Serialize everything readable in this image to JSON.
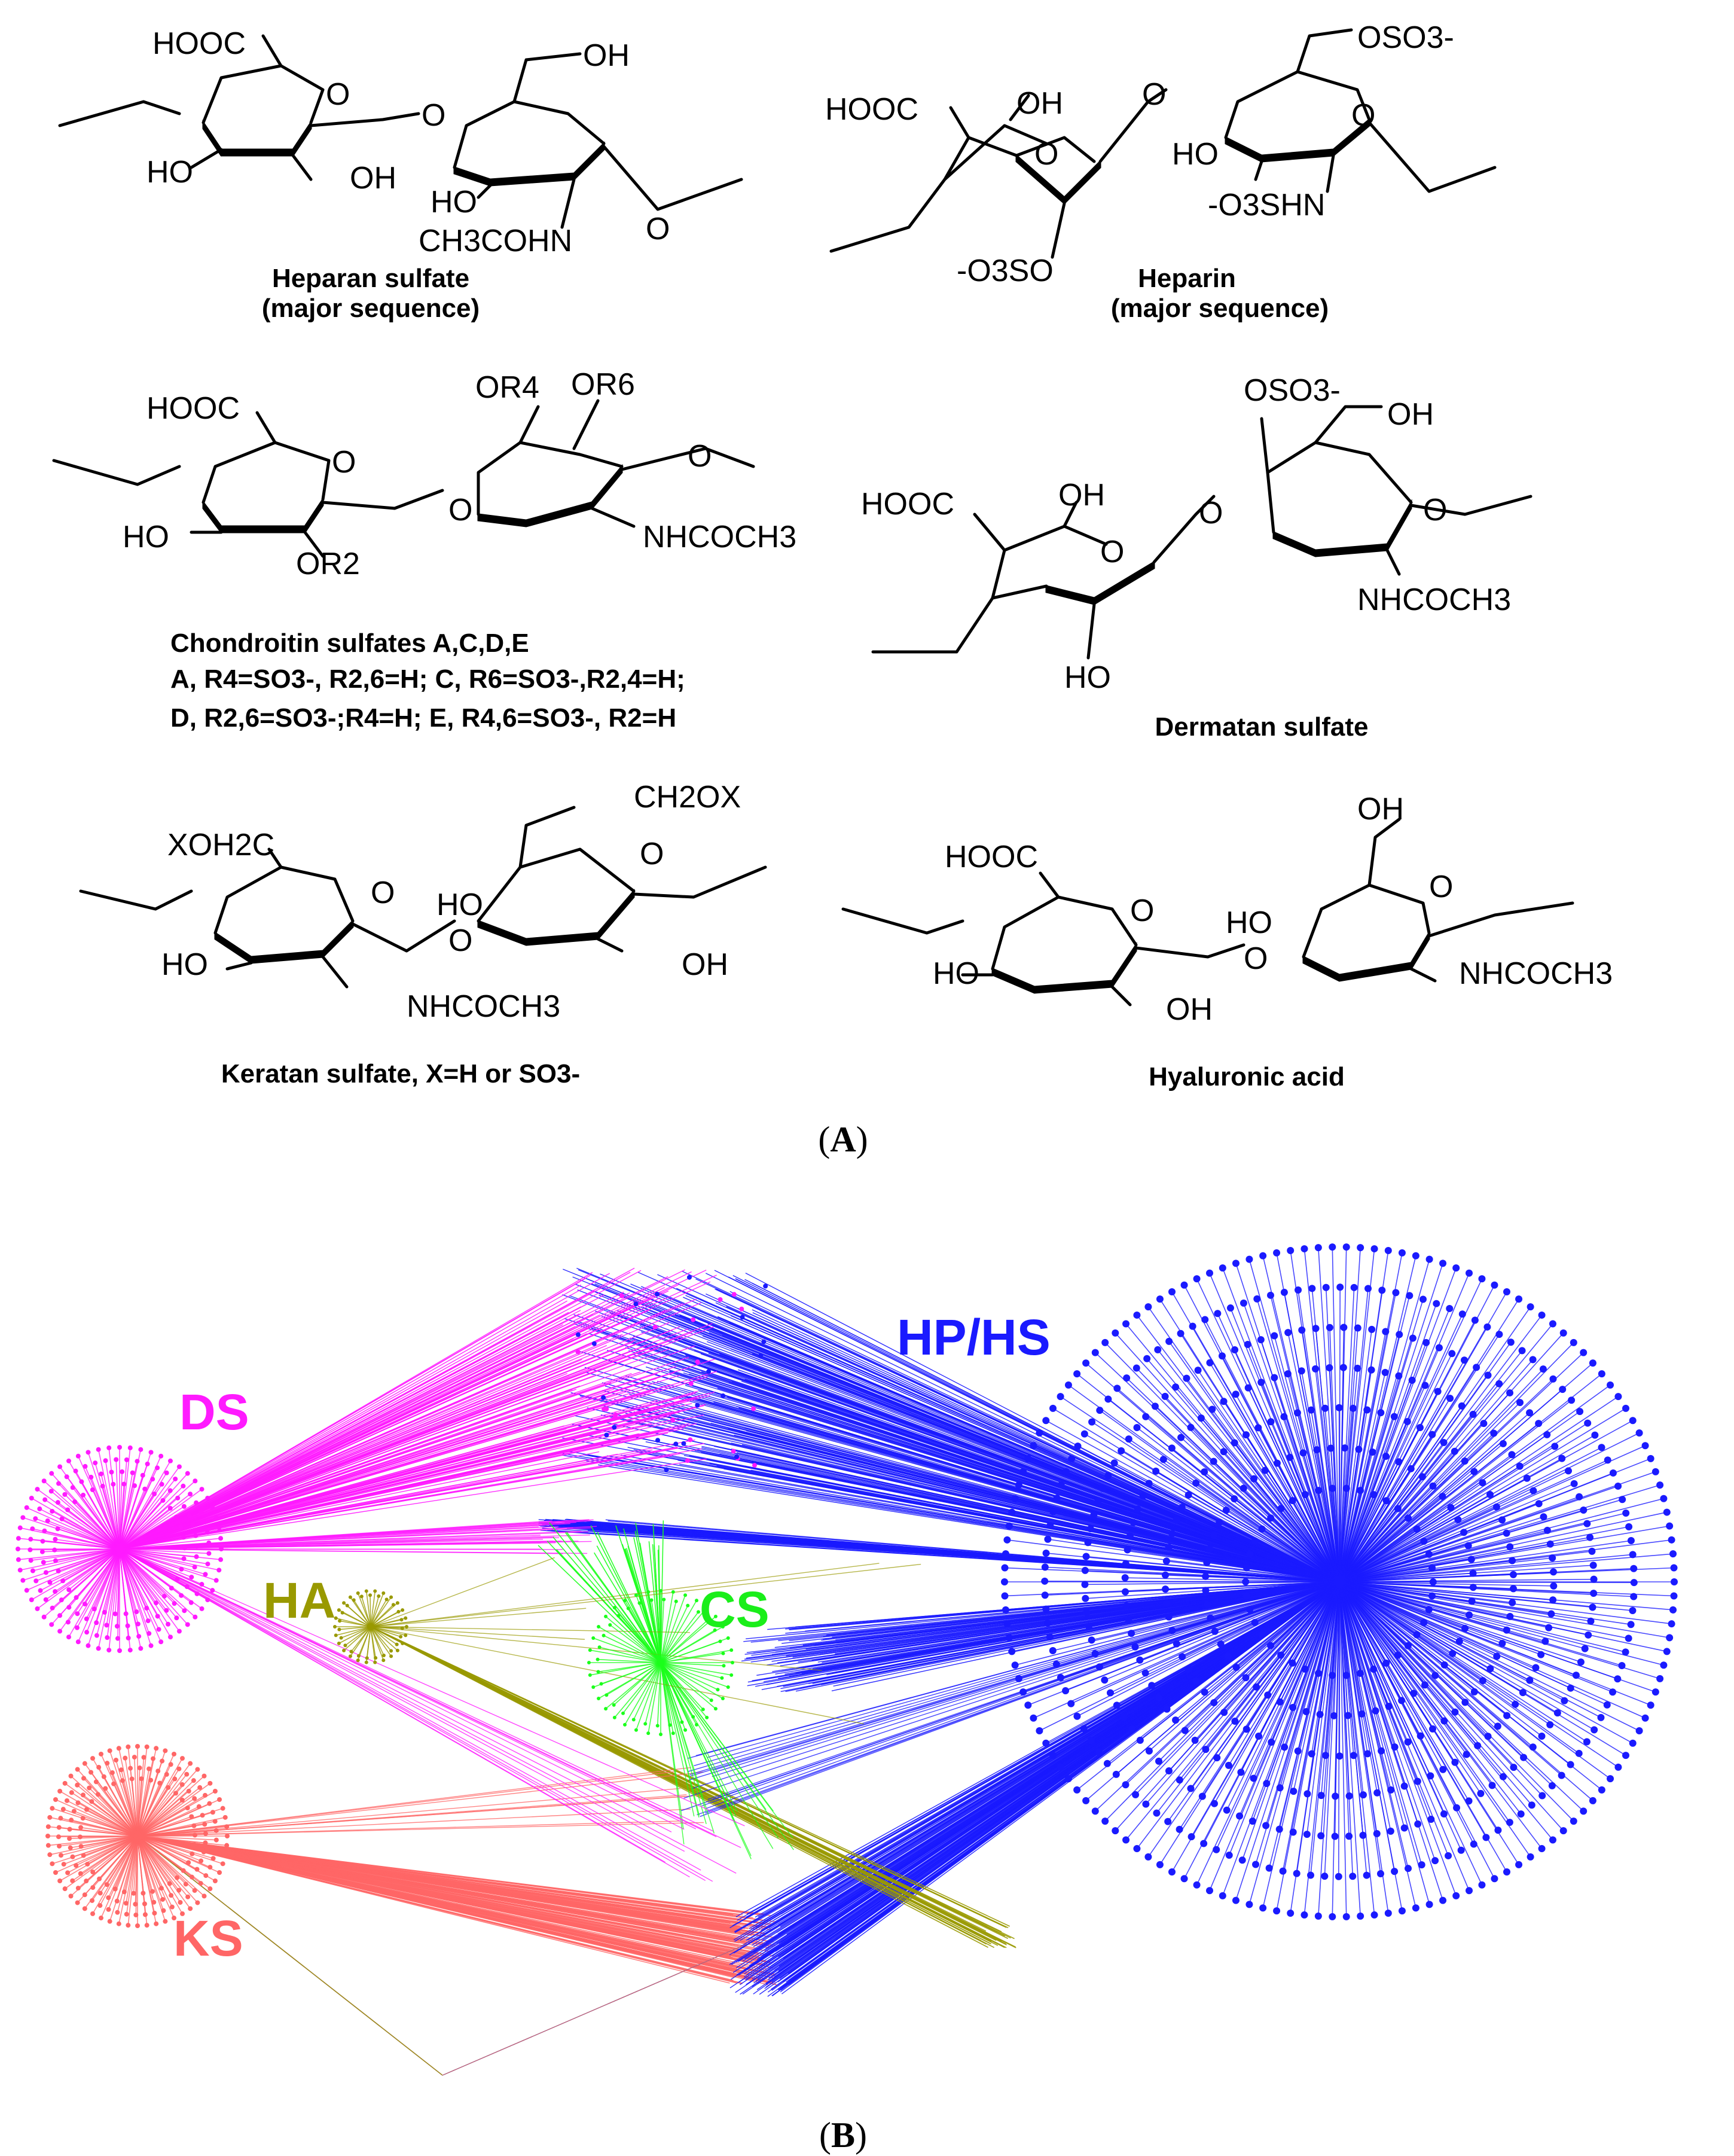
{
  "panel_a": {
    "label_open": "(",
    "label_letter": "A",
    "label_close": ")",
    "structures": {
      "heparan_sulfate": {
        "name": "Heparan sulfate",
        "subtitle": "(major sequence)",
        "atoms": [
          "HOOC",
          "O",
          "O",
          "OH",
          "HO",
          "OH",
          "HO",
          "O",
          "CH3COHN"
        ]
      },
      "heparin": {
        "name": "Heparin",
        "subtitle": "(major sequence)",
        "atoms": [
          "OSO3-",
          "O",
          "HOOC",
          "OH",
          "O",
          "O",
          "HO",
          "-O3SHN",
          "-O3SO"
        ]
      },
      "chondroitin": {
        "name": "Chondroitin sulfates A,C,D,E",
        "line1": "A, R4=SO3-, R2,6=H; C, R6=SO3-,R2,4=H;",
        "line2": "D, R2,6=SO3-;R4=H; E, R4,6=SO3-, R2=H",
        "atoms": [
          "OR4",
          "OR6",
          "HOOC",
          "O",
          "O",
          "O",
          "HO",
          "OR2",
          "NHCOCH3"
        ]
      },
      "dermatan": {
        "name": "Dermatan sulfate",
        "atoms": [
          "OSO3-",
          "OH",
          "HOOC",
          "OH",
          "O",
          "O",
          "O",
          "NHCOCH3",
          "HO"
        ]
      },
      "keratan": {
        "name": "Keratan sulfate, X=H or SO3-",
        "atoms": [
          "CH2OX",
          "XOH2C",
          "O",
          "O",
          "HO",
          "O",
          "HO",
          "NHCOCH3",
          "OH"
        ]
      },
      "hyaluronic": {
        "name": "Hyaluronic acid",
        "atoms": [
          "OH",
          "HOOC",
          "O",
          "O",
          "HO",
          "O",
          "HO",
          "NHCOCH3",
          "OH"
        ]
      }
    }
  },
  "panel_b": {
    "label_open": "(",
    "label_letter": "B",
    "label_close": ")",
    "clusters": [
      {
        "name": "HP/HS",
        "color": "#1a1aff"
      },
      {
        "name": "DS",
        "color": "#ff1aff"
      },
      {
        "name": "HA",
        "color": "#999900"
      },
      {
        "name": "CS",
        "color": "#1aff1a"
      },
      {
        "name": "KS",
        "color": "#ff6666"
      }
    ]
  }
}
